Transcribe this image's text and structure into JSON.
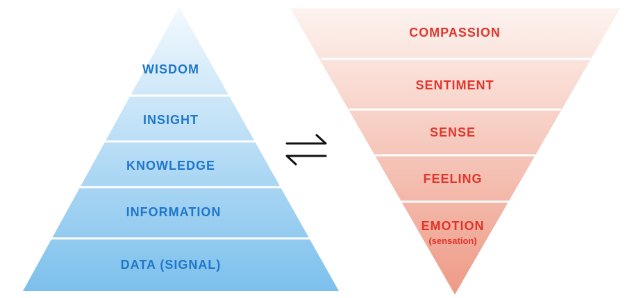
{
  "pyramid": {
    "levels": [
      {
        "label": "WISDOM"
      },
      {
        "label": "INSIGHT"
      },
      {
        "label": "KNOWLEDGE"
      },
      {
        "label": "INFORMATION"
      },
      {
        "label": "DATA  (SIGNAL)"
      }
    ],
    "color_top": "#f3f9fe",
    "color_bottom": "#7cc0ec",
    "text_color": "#1f77c9"
  },
  "inverted_pyramid": {
    "levels": [
      {
        "label": "COMPASSION",
        "sublabel": ""
      },
      {
        "label": "SENTIMENT",
        "sublabel": ""
      },
      {
        "label": "SENSE",
        "sublabel": ""
      },
      {
        "label": "FEELING",
        "sublabel": ""
      },
      {
        "label": "EMOTION",
        "sublabel": "(sensation)"
      }
    ],
    "color_top": "#fdf3ef",
    "color_bottom": "#ee9a86",
    "text_color": "#e0352b"
  },
  "connector": {
    "icon": "equilibrium-arrows-icon"
  }
}
